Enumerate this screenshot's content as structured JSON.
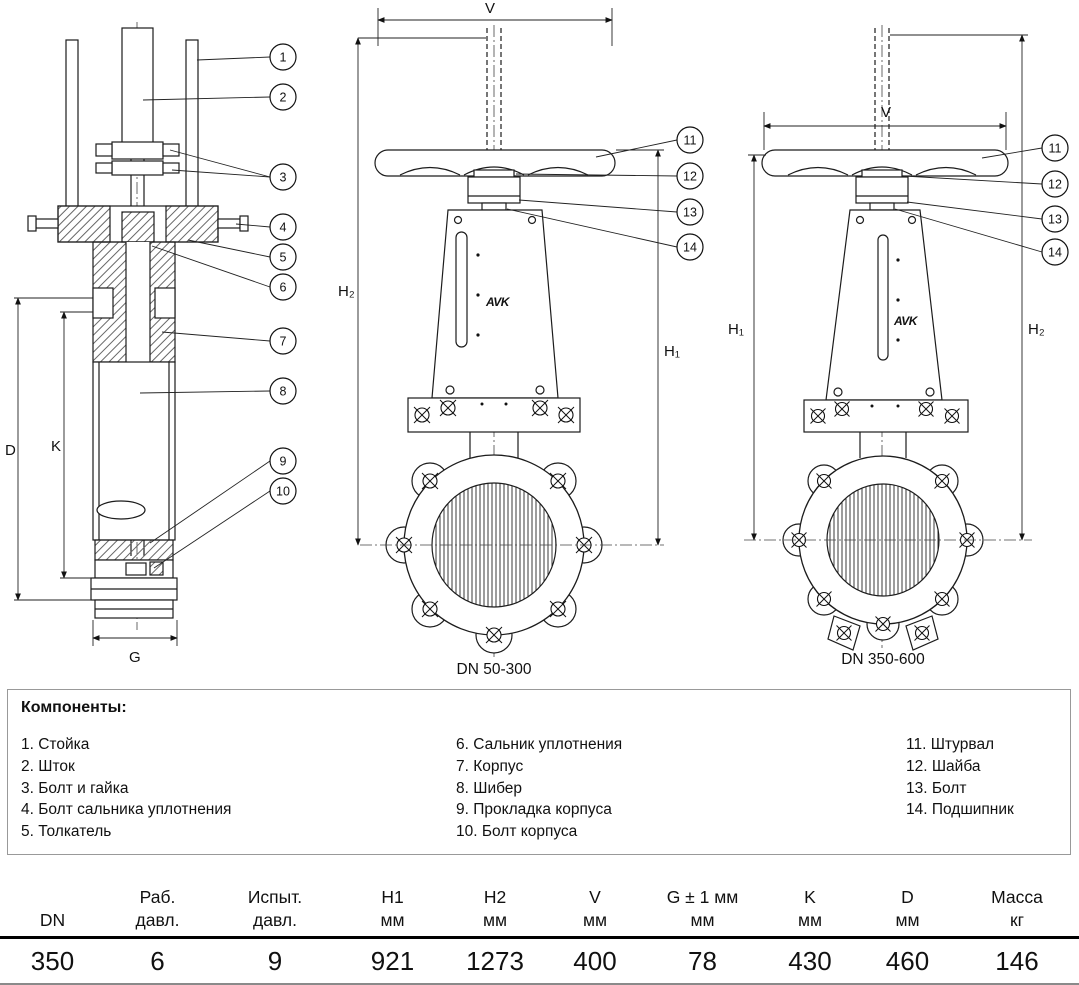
{
  "drawings": {
    "logo": "AVK",
    "left": {
      "callouts": [
        "1",
        "2",
        "3",
        "4",
        "5",
        "6",
        "7",
        "8",
        "9",
        "10"
      ],
      "dim_d": "D",
      "dim_k": "K",
      "dim_g": "G"
    },
    "middle": {
      "label": "DN 50-300",
      "callouts": [
        "11",
        "12",
        "13",
        "14"
      ],
      "dim_v": "V",
      "dim_h1": "H₁",
      "dim_h2": "H₂"
    },
    "right": {
      "label": "DN 350-600",
      "callouts": [
        "11",
        "12",
        "13",
        "14"
      ],
      "dim_v": "V",
      "dim_h1": "H₁",
      "dim_h2": "H₂"
    }
  },
  "components": {
    "title": "Компоненты:",
    "col1": [
      "1. Стойка",
      "2. Шток",
      "3. Болт и гайка",
      "4. Болт сальника уплотнения",
      "5. Толкатель"
    ],
    "col2": [
      "6. Сальник уплотнения",
      "7. Корпус",
      "8. Шибер",
      "9. Прокладка корпуса",
      "10. Болт корпуса"
    ],
    "col3": [
      "11. Штурвал",
      "12. Шайба",
      "13. Болт",
      "14. Подшипник"
    ]
  },
  "table": {
    "headers": [
      {
        "l1": "",
        "l2": "DN"
      },
      {
        "l1": "Раб.",
        "l2": "давл."
      },
      {
        "l1": "Испыт.",
        "l2": "давл."
      },
      {
        "l1": "H1",
        "l2": "мм"
      },
      {
        "l1": "H2",
        "l2": "мм"
      },
      {
        "l1": "V",
        "l2": "мм"
      },
      {
        "l1": "G ± 1 мм",
        "l2": "мм"
      },
      {
        "l1": "K",
        "l2": "мм"
      },
      {
        "l1": "D",
        "l2": "мм"
      },
      {
        "l1": "Масса",
        "l2": "кг"
      }
    ],
    "row": [
      "350",
      "6",
      "9",
      "921",
      "1273",
      "400",
      "78",
      "430",
      "460",
      "146"
    ]
  }
}
